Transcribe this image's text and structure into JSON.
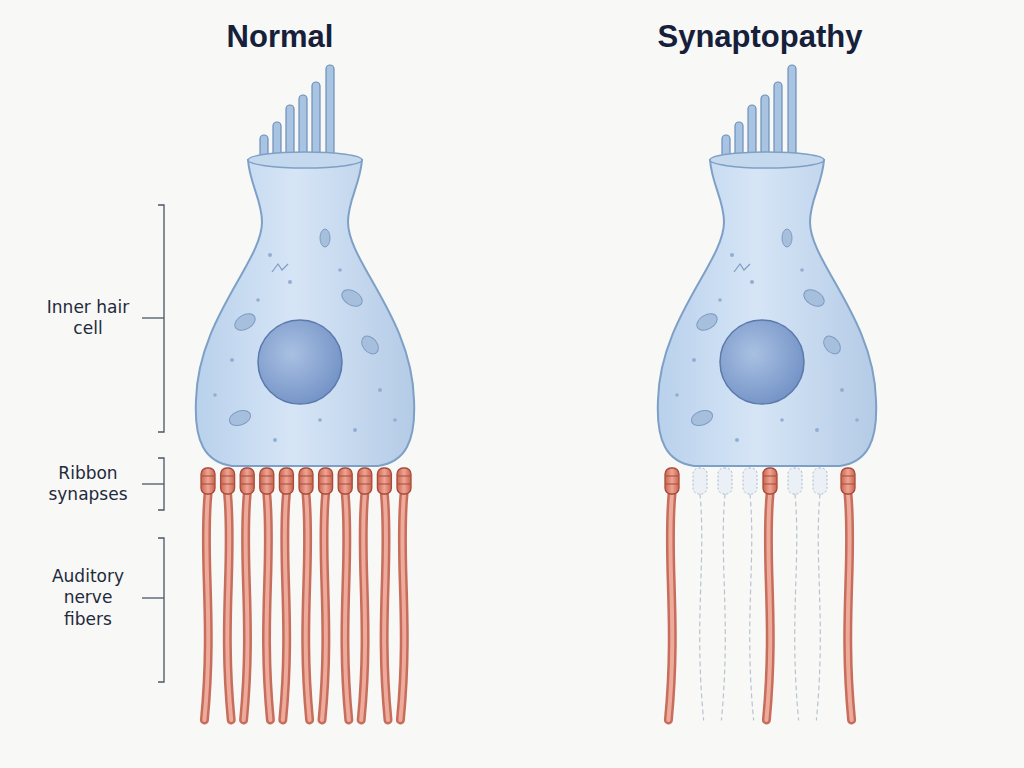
{
  "diagram": {
    "labels": [
      "Normal",
      "Synaptopathy",
      "Inner hair cell",
      "Ribbon synapses",
      "Auditory nerve fibers"
    ]
  }
}
